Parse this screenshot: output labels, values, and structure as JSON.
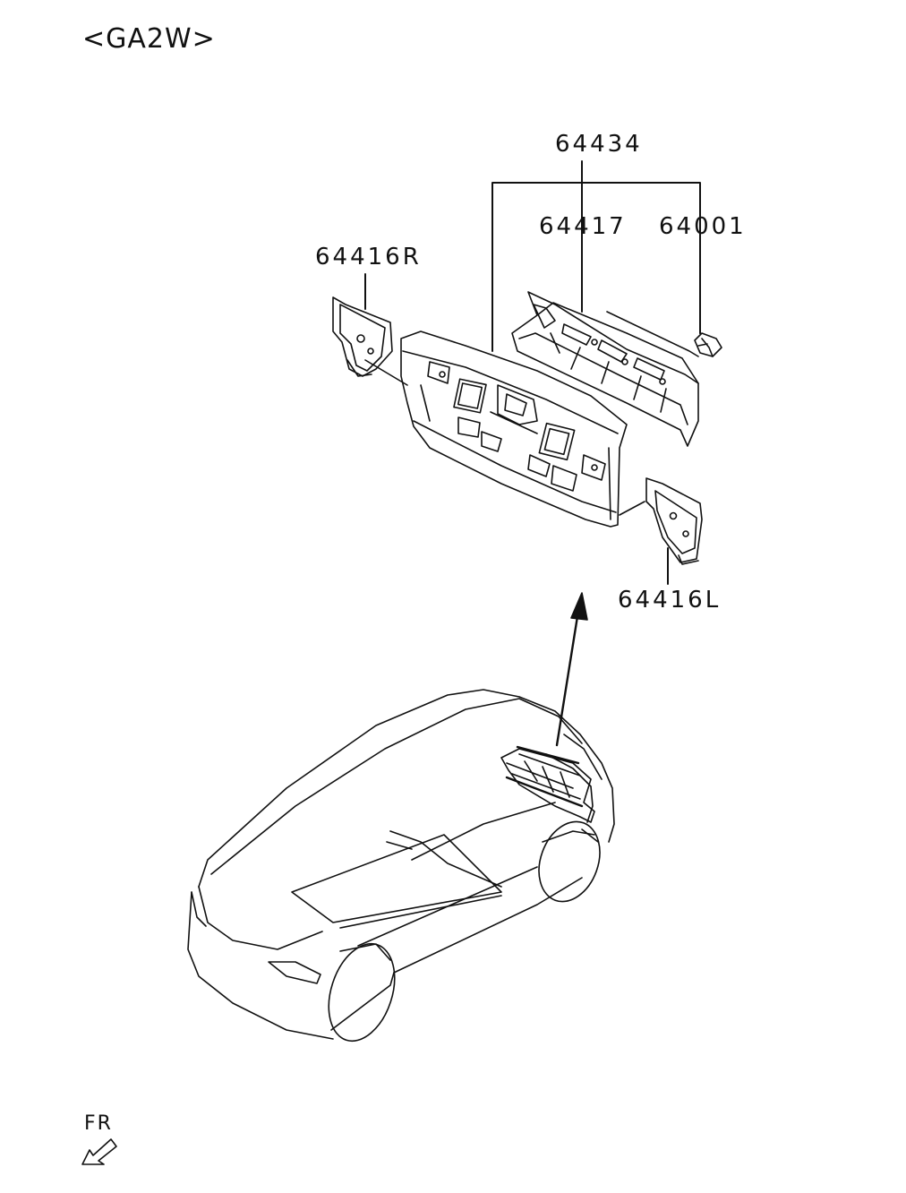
{
  "header": {
    "model_code": "<GA2W>"
  },
  "parts": {
    "assembly": "64434",
    "panel_upper": "64417",
    "clip": "64001",
    "bracket_right": "64416R",
    "bracket_left": "64416L"
  },
  "orientation": {
    "front_label": "FR"
  }
}
